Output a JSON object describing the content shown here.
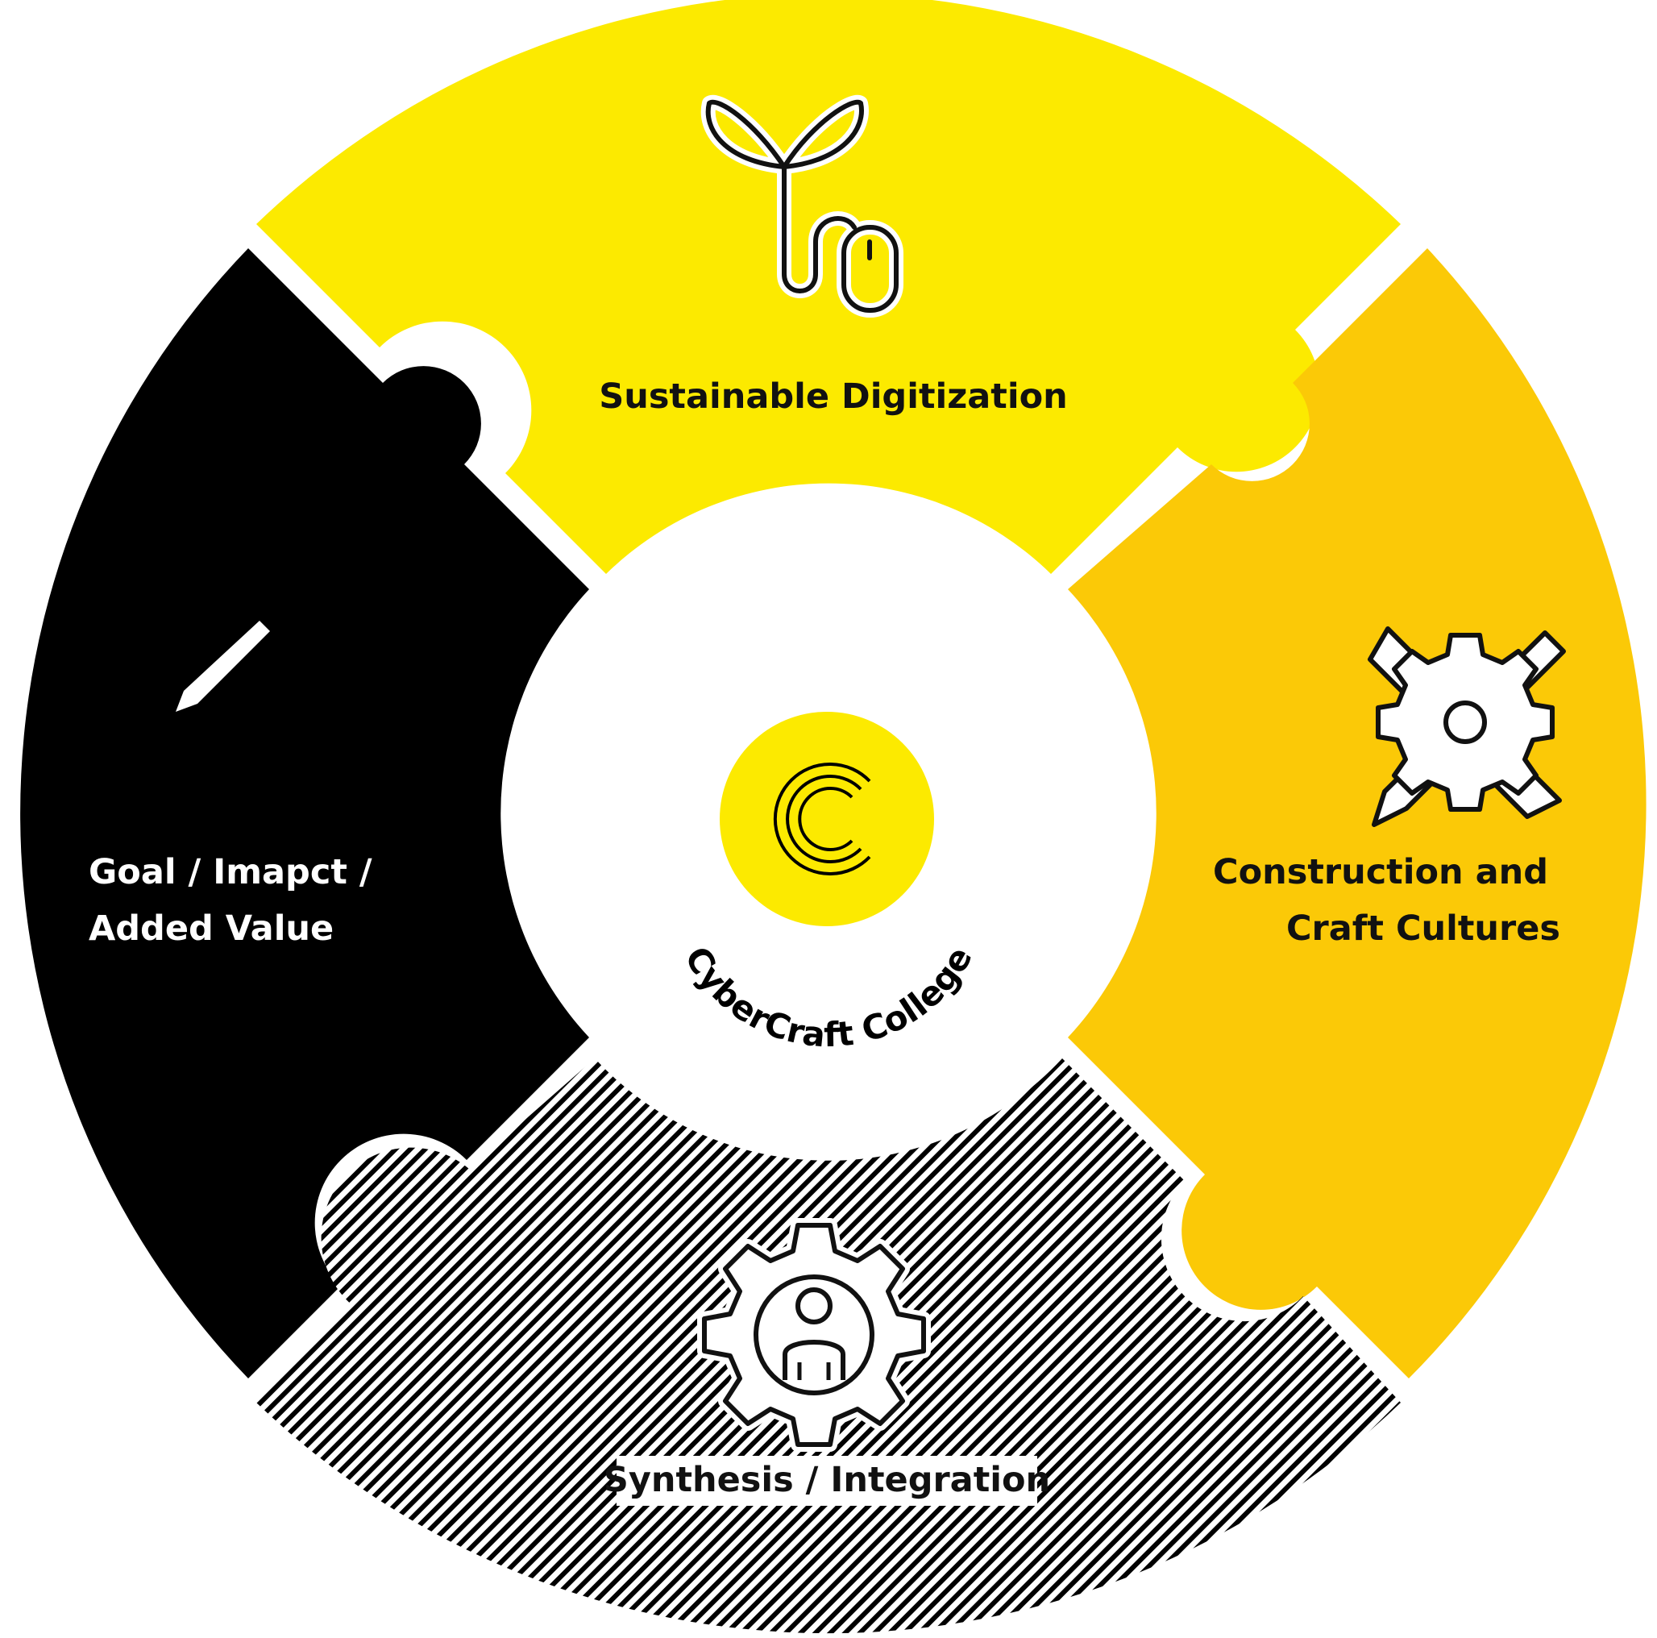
{
  "diagram": {
    "center": {
      "title": "CyberCraft College",
      "logo_icon": "c-logo-icon"
    },
    "segments": [
      {
        "id": "top",
        "label_lines": [
          "Sustainable Digitization"
        ],
        "icon": "plant-mouse-icon",
        "color": "#FCEA00"
      },
      {
        "id": "right",
        "label_lines": [
          "Construction and",
          "Craft Cultures"
        ],
        "icon": "gear-ruler-pencil-icon",
        "color": "#FBC907"
      },
      {
        "id": "bottom",
        "label_lines": [
          "Synthesis / Integration"
        ],
        "icon": "gear-person-icon",
        "color": "hatched"
      },
      {
        "id": "left",
        "label_lines": [
          "Goal / Imapct /",
          "Added Value"
        ],
        "icon": "pencil-icon",
        "color": "#000000"
      }
    ]
  }
}
